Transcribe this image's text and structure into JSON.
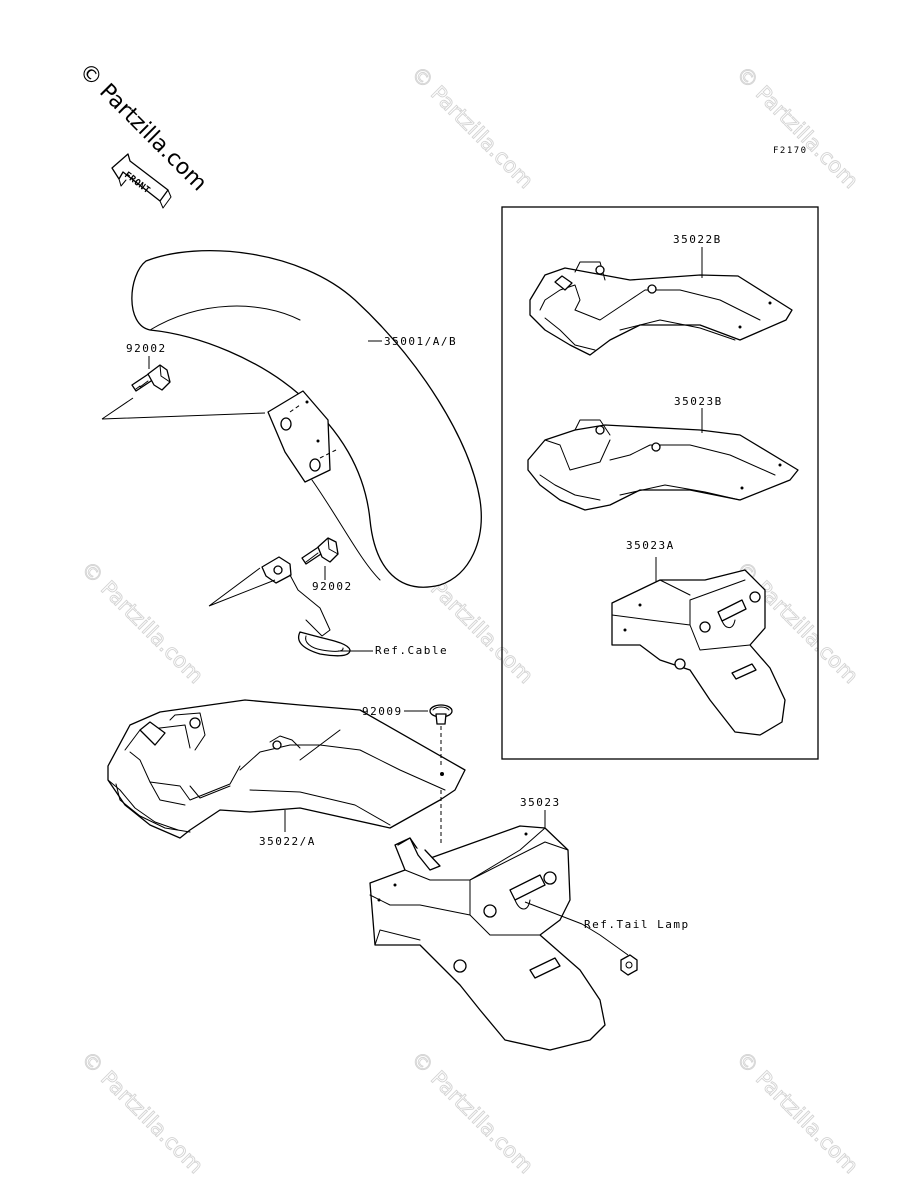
{
  "watermark": {
    "main_text": "© Partzilla.com",
    "repeat_text": "© Partzilla.com"
  },
  "front_arrow_text": "FRONT",
  "figure_code": "F2170",
  "callouts": {
    "front_fender": "35001/A/B",
    "bolt_upper": "92002",
    "bolt_lower": "92002",
    "ref_cable": "Ref.Cable",
    "screw": "92009",
    "rear_fender_upper": "35022/A",
    "rear_fender_lower": "35023",
    "ref_tail_lamp": "Ref.Tail Lamp",
    "inset_35022b": "35022B",
    "inset_35023b": "35023B",
    "inset_35023a": "35023A"
  }
}
